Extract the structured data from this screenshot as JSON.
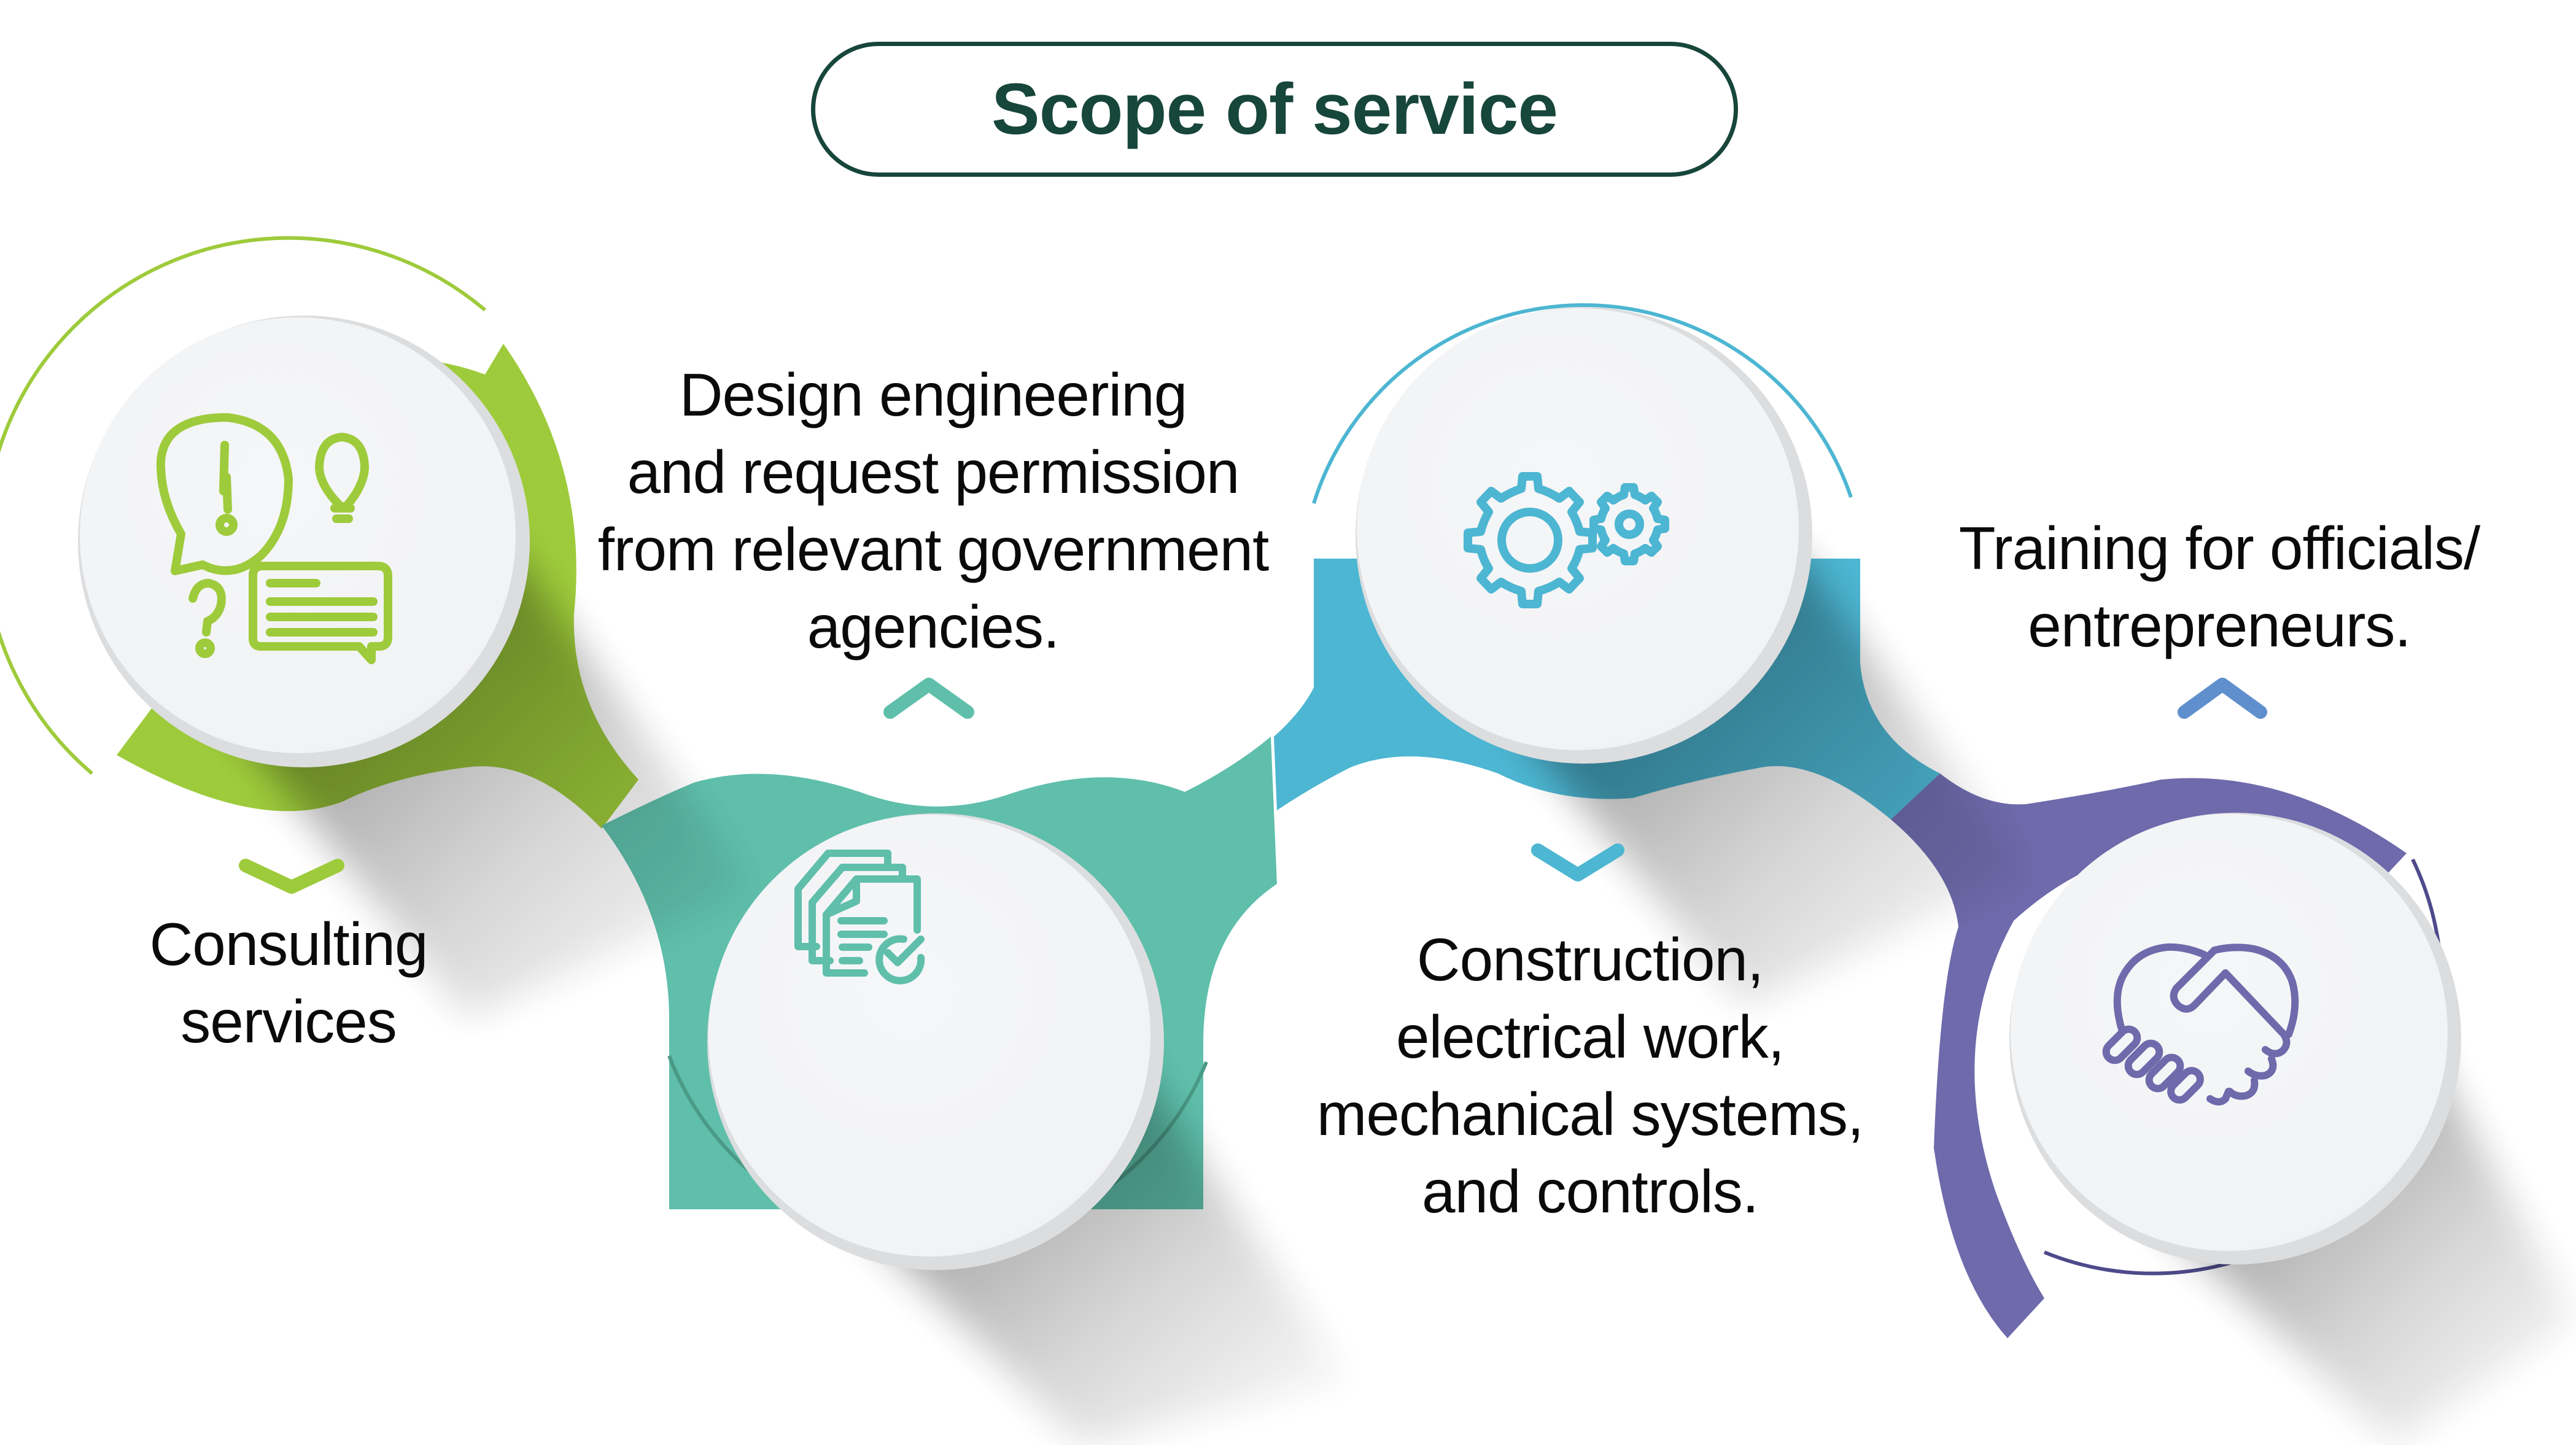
{
  "title": "Scope of service",
  "colors": {
    "title": "#17463a",
    "green": "#9ecb3b",
    "teal": "#5fbfab",
    "blue": "#4db6d2",
    "purple": "#6e6aab",
    "chevron_purple_step": "#5f8fcc",
    "circle_face": "#f4f5f7",
    "text": "#0a0a0a"
  },
  "steps": [
    {
      "id": "consulting",
      "label": "Consulting\nservices",
      "icon": "chat-idea-question-icon",
      "color": "#9ecb3b",
      "chevron": "chevron-down"
    },
    {
      "id": "design",
      "label": "Design engineering\nand request permission\nfrom relevant government\nagencies.",
      "icon": "documents-check-icon",
      "color": "#5fbfab",
      "chevron": "chevron-up"
    },
    {
      "id": "construction",
      "label": "Construction,\nelectrical work,\nmechanical systems,\nand controls.",
      "icon": "gears-icon",
      "color": "#4db6d2",
      "chevron": "chevron-down"
    },
    {
      "id": "training",
      "label": "Training for officials/\nentrepreneurs.",
      "icon": "handshake-heart-icon",
      "color": "#6e6aab",
      "chevron": "chevron-up"
    }
  ]
}
